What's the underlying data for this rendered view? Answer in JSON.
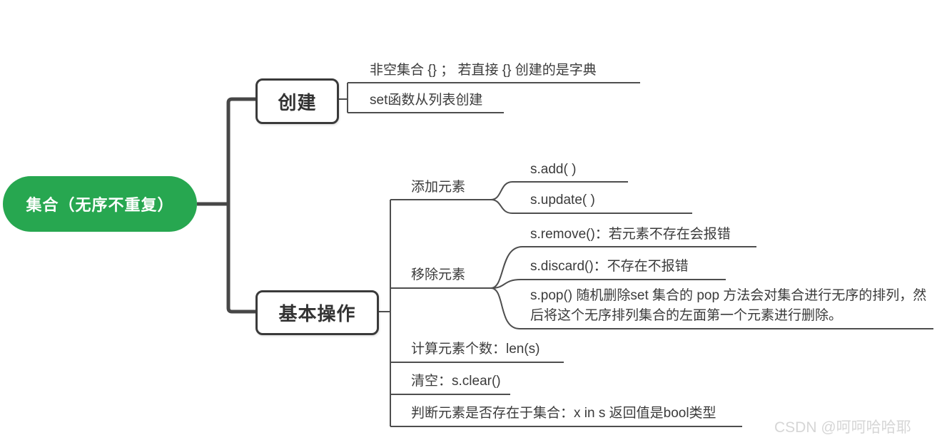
{
  "root": {
    "label": "集合（无序不重复）"
  },
  "branches": [
    {
      "label": "创建",
      "children": [
        {
          "label": "非空集合 {} ； 若直接 {} 创建的是字典"
        },
        {
          "label": "set函数从列表创建"
        }
      ]
    },
    {
      "label": "基本操作",
      "children": [
        {
          "label": "添加元素",
          "children": [
            {
              "label": "s.add( )"
            },
            {
              "label": "s.update( )"
            }
          ]
        },
        {
          "label": "移除元素",
          "children": [
            {
              "label": "s.remove()：若元素不存在会报错"
            },
            {
              "label": "s.discard()：不存在不报错"
            },
            {
              "label": "s.pop()  随机删除set 集合的 pop 方法会对集合进行无序的排列，然后将这个无序排列集合的左面第一个元素进行删除。"
            }
          ]
        },
        {
          "label": "计算元素个数：len(s)"
        },
        {
          "label": "清空：s.clear()"
        },
        {
          "label": "判断元素是否存在于集合：x in s 返回值是bool类型"
        }
      ]
    }
  ],
  "watermark": {
    "text": "CSDN @呵呵哈哈耶"
  },
  "colors": {
    "root_green": "#27a750",
    "line_dark": "#4e4e4e",
    "trunk_dark": "#474747",
    "text_dark": "#3b3b3b",
    "watermark_gray": "#d6d6d6"
  }
}
